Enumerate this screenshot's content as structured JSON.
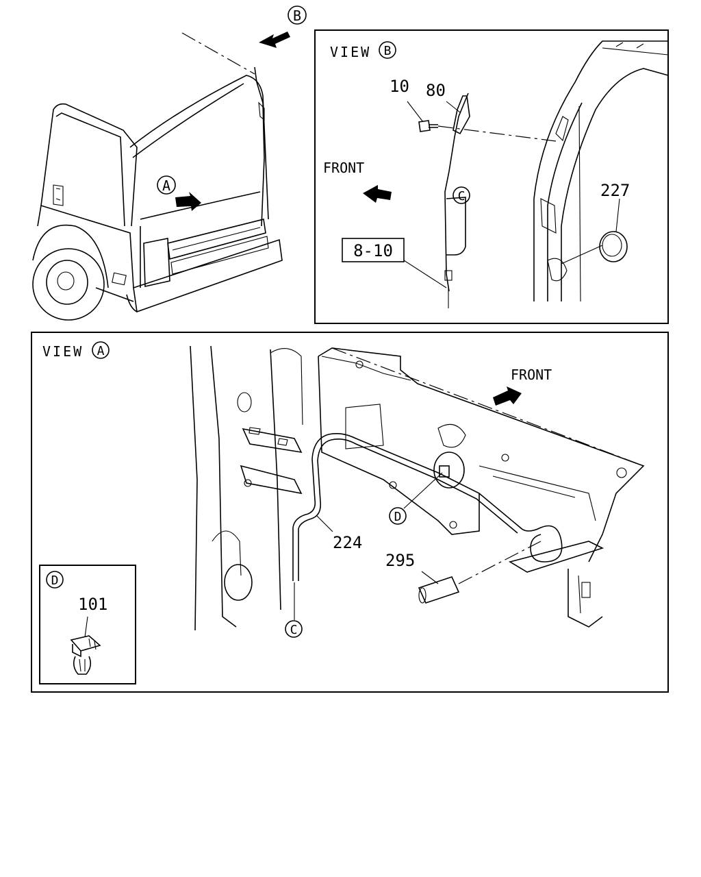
{
  "callouts": {
    "a": "A",
    "b": "B",
    "c": "C",
    "d": "D"
  },
  "view_b": {
    "view_word": "VIEW",
    "view_letter": "B",
    "front": "FRONT",
    "part_10": "10",
    "part_80": "80",
    "part_227": "227",
    "ref_box": "8-10",
    "callout_c": "C"
  },
  "view_a": {
    "view_word": "VIEW",
    "view_letter": "A",
    "front": "FRONT",
    "part_224": "224",
    "part_295": "295",
    "callout_c": "C",
    "callout_d": "D"
  },
  "detail_d": {
    "letter": "D",
    "part_101": "101"
  }
}
